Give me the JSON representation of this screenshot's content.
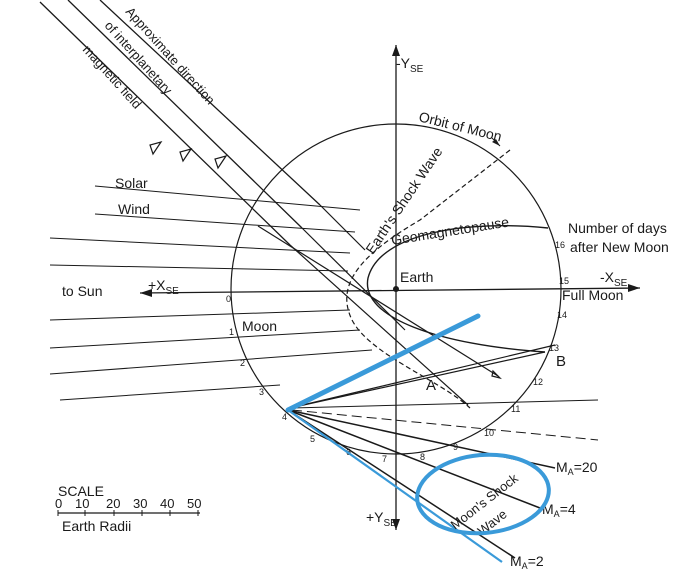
{
  "labels": {
    "imf_line1": "Approximate direction",
    "imf_line2": "of interplanetary",
    "imf_line3": "magnetic field",
    "solar": "Solar",
    "wind": "Wind",
    "to_sun": "to Sun",
    "plus_x": "+X",
    "minus_x": "-X",
    "minus_y": "-Y",
    "plus_y": "+Y",
    "se_sub": "SE",
    "orbit": "Orbit of Moon",
    "earth_shock": "Earth's Shock Wave",
    "geomag": "Geomagnetopause",
    "earth": "Earth",
    "days1": "Number of days",
    "days2": "after New Moon",
    "full_moon": "Full Moon",
    "moon": "Moon",
    "point_a": "A",
    "point_b": "B",
    "moon_shock1": "Moon's Shock",
    "moon_shock2": "Wave",
    "ma20": "=20",
    "ma4": "=4",
    "ma2": "=2",
    "m_letter": "M",
    "a_sub": "A",
    "scale_title": "SCALE",
    "scale_ticks": [
      "0",
      "10",
      "20",
      "30",
      "40",
      "50"
    ],
    "scale_unit": "Earth Radii"
  },
  "day_numbers": [
    "0",
    "1",
    "2",
    "3",
    "4",
    "5",
    "6",
    "7",
    "8",
    "9",
    "10",
    "11",
    "12",
    "13",
    "14",
    "15",
    "16"
  ],
  "colors": {
    "ink": "#1a1a1a",
    "highlight": "#3a9ad9"
  }
}
